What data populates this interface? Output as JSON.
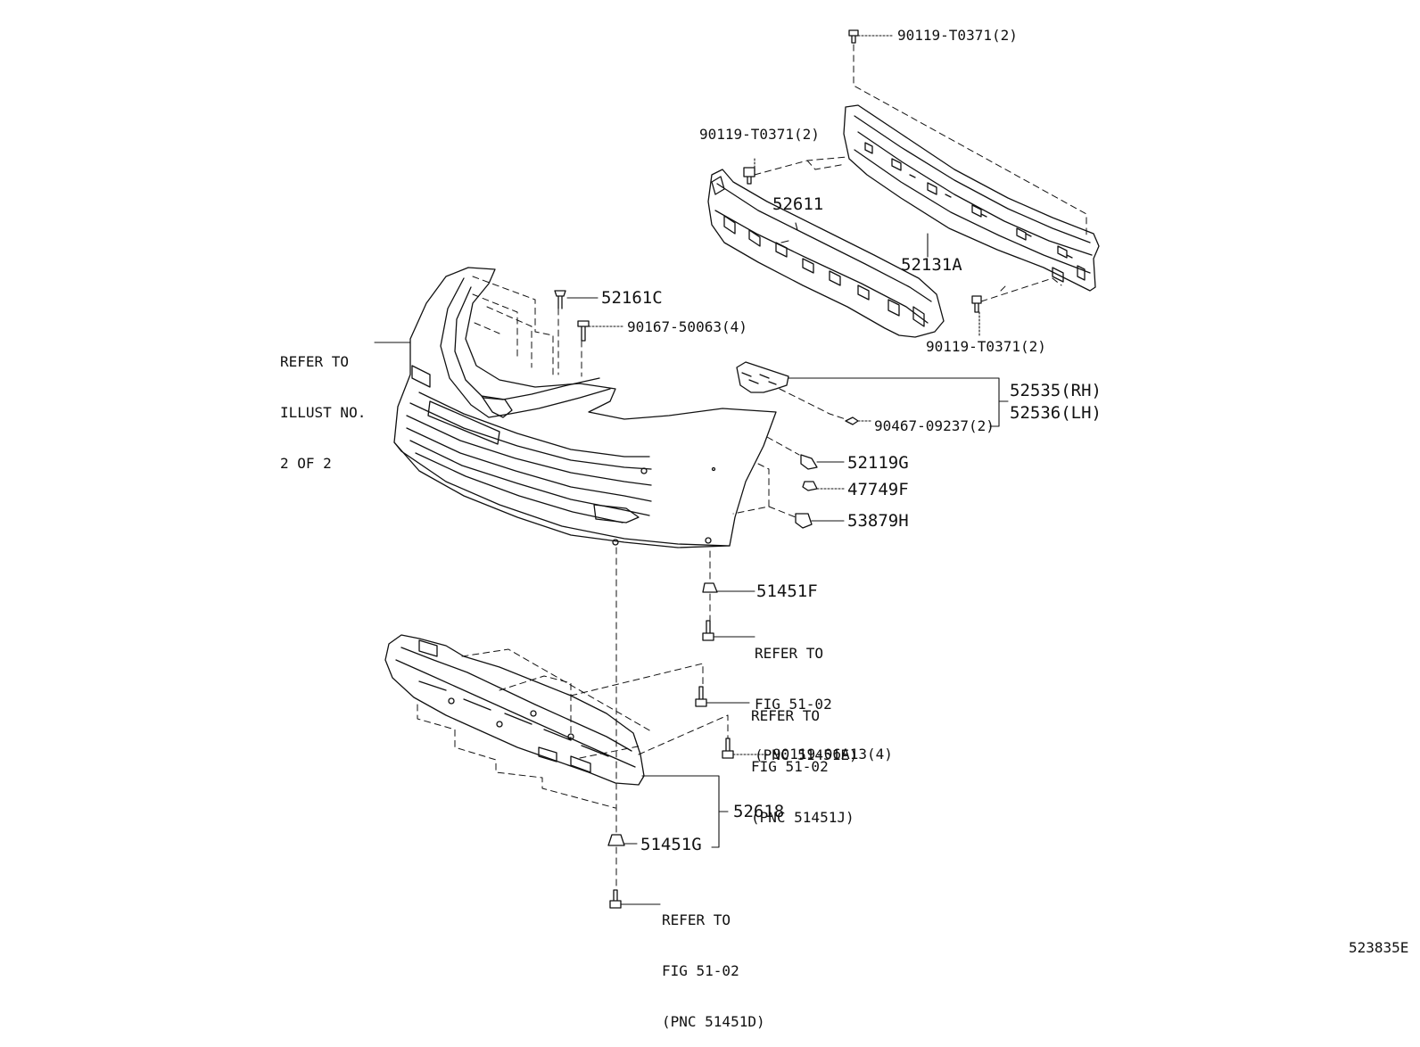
{
  "diagram_id": "523835E",
  "parts": {
    "bolt_top": "90119-T0371(2)",
    "bolt_left": "90119-T0371(2)",
    "absorber": "52611",
    "reinforcement": "52131A",
    "bolt_bottom": "90119-T0371(2)",
    "clip_upper": "52161C",
    "screw_upper": "90167-50063(4)",
    "retainer_rh": "52535(RH)",
    "retainer_lh": "52536(LH)",
    "retainer_clip": "90467-09237(2)",
    "spacer_a": "52119G",
    "spacer_b": "47749F",
    "spacer_c": "53879H",
    "nut_upper": "51451F",
    "under_cover": "52618",
    "bolt_cover": "90119-06A13(4)",
    "nut_lower": "51451G"
  },
  "references": {
    "illust": [
      "REFER TO",
      "ILLUST NO.",
      "2 OF 2"
    ],
    "fig_e": [
      "REFER TO",
      "FIG 51-02",
      "(PNC 51451E)"
    ],
    "fig_j": [
      "REFER TO",
      "FIG 51-02",
      "(PNC 51451J)"
    ],
    "fig_d": [
      "REFER TO",
      "FIG 51-02",
      "(PNC 51451D)"
    ]
  }
}
